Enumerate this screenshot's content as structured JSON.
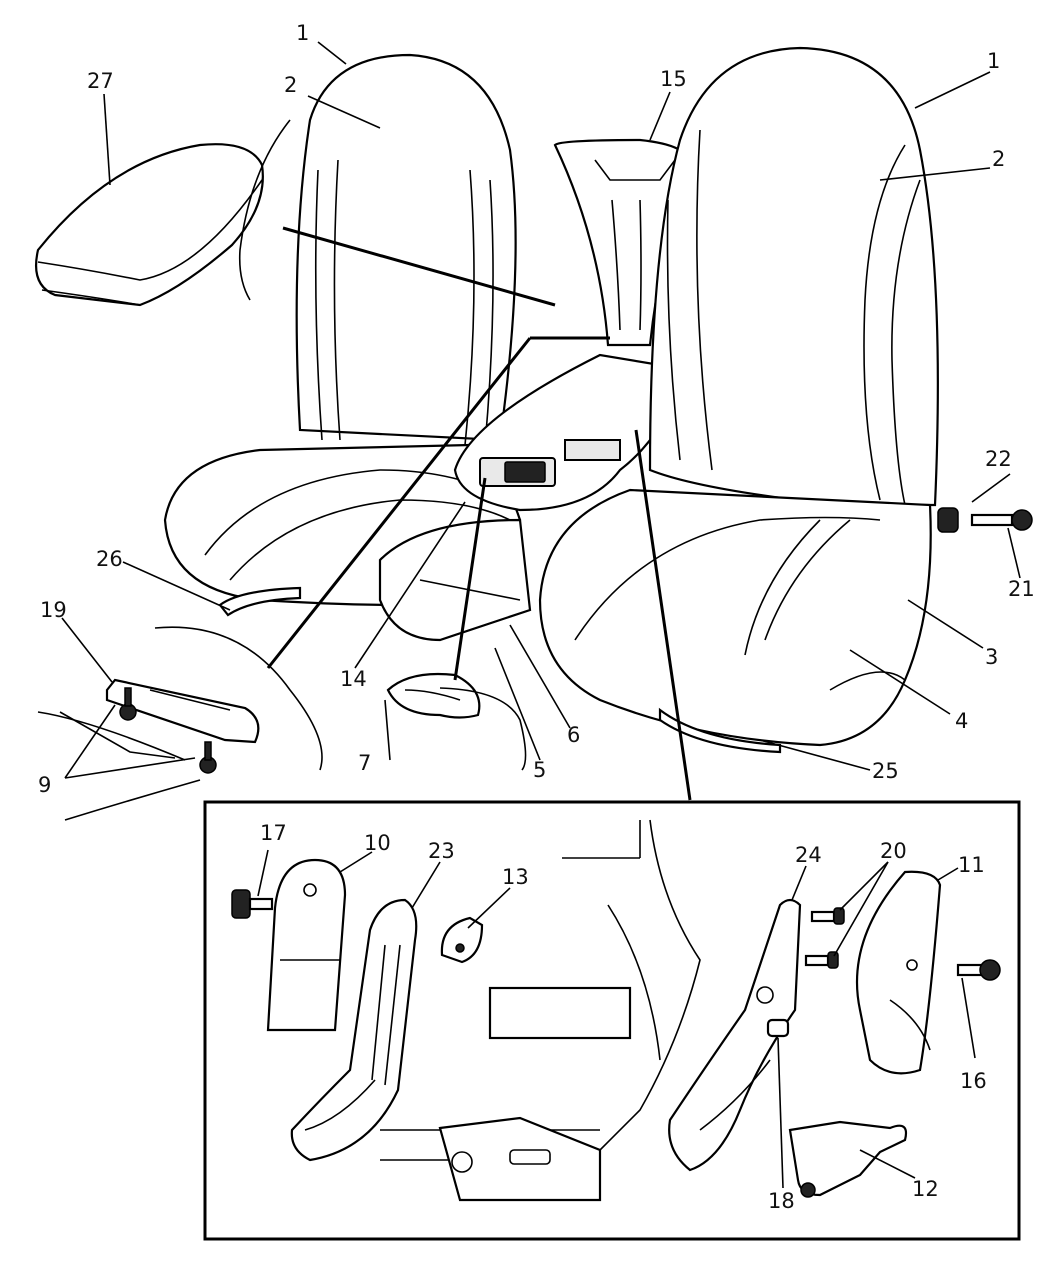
{
  "labels": {
    "l1a": "1",
    "l1b": "1",
    "l2a": "2",
    "l2b": "2",
    "l3": "3",
    "l4": "4",
    "l5": "5",
    "l6": "6",
    "l7": "7",
    "l9": "9",
    "l10": "10",
    "l11": "11",
    "l12": "12",
    "l13": "13",
    "l14": "14",
    "l15": "15",
    "l16": "16",
    "l17": "17",
    "l18": "18",
    "l19": "19",
    "l20": "20",
    "l21": "21",
    "l22": "22",
    "l23": "23",
    "l24": "24",
    "l25": "25",
    "l26": "26",
    "l27": "27"
  }
}
